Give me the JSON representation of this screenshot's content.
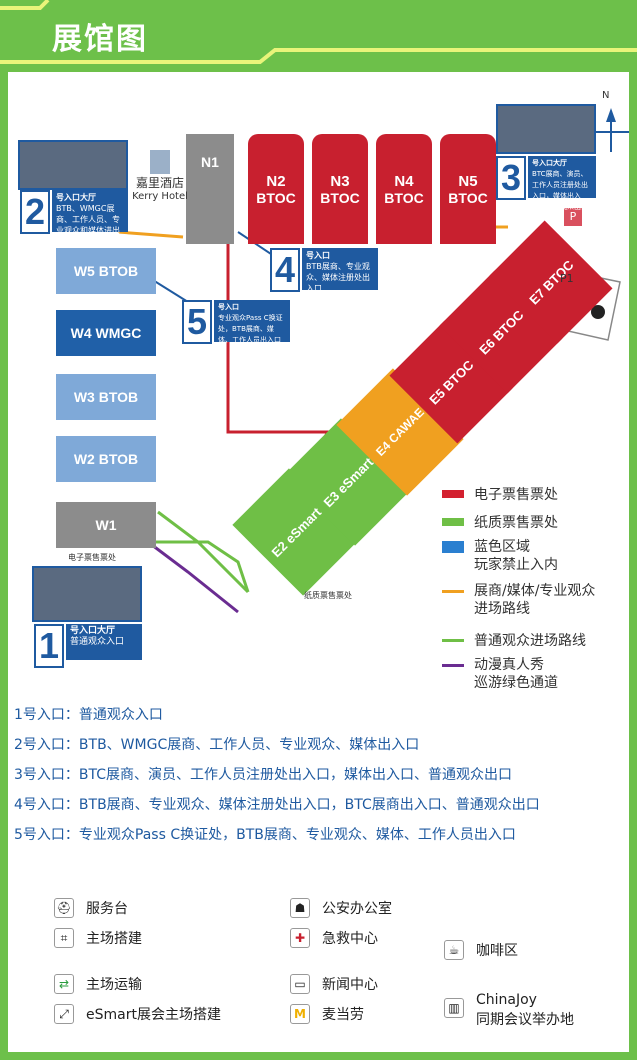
{
  "title": "展馆图",
  "compass": "N",
  "hotel": {
    "cn": "嘉里酒店",
    "en": "Kerry Hotel"
  },
  "halls": {
    "N1": "N1",
    "N2": "N2",
    "N3": "N3",
    "N4": "N4",
    "N5": "N5",
    "N_sub": "BTOC",
    "W1": "W1",
    "W2": "W2 BTOB",
    "W3": "W3 BTOB",
    "W4": "W4 WMGC",
    "W5": "W5 BTOB",
    "E1": "E2 eSmart",
    "E3": "E3 eSmart",
    "E4": "E4 CAWAE",
    "E5": "E5 BTOC",
    "E6": "E6 BTOC",
    "E7": "E7 BTOC",
    "P1": "P1",
    "P": "P"
  },
  "entrances": {
    "e1": {
      "num": "1",
      "title": "号入口大厅",
      "desc": "普通观众入口"
    },
    "e2": {
      "num": "2",
      "title": "号入口大厅",
      "desc": "BTB、WMGC展商、工作人员、专业观众和媒体进出口"
    },
    "e3": {
      "num": "3",
      "title": "号入口大厅",
      "desc": "BTC展商、演员、工作人员注册处出入口，媒体出入口、普通观众出口"
    },
    "e4": {
      "num": "4",
      "title": "号入口",
      "desc": "BTB展商、专业观众、媒体注册处出入口"
    },
    "e5": {
      "num": "5",
      "title": "号入口",
      "desc": "专业观众Pass C换证处，BTB展商、媒体、工作人员出入口"
    }
  },
  "map_labels": {
    "e_ticket": "电子票售票处",
    "paper_ticket": "纸质票售票处"
  },
  "legend": [
    {
      "label": "电子票售票处",
      "color": "#d3202f"
    },
    {
      "label": "纸质票售票处",
      "color": "#6fbf46"
    },
    {
      "label": "蓝色区域\n玩家禁止入内",
      "color": "#2a7fd0"
    },
    {
      "label": "展商/媒体/专业观众\n进场路线",
      "color": "#f0a020"
    },
    {
      "label": "普通观众进场路线",
      "color": "#6fbf46"
    },
    {
      "label": "动漫真人秀\n巡游绿色通道",
      "color": "#6a2c91"
    }
  ],
  "entry_list": [
    "1号入口：普通观众入口",
    "2号入口：BTB、WMGC展商、工作人员、专业观众、媒体出入口",
    "3号入口：BTC展商、演员、工作人员注册处出入口，媒体出入口、普通观众出口",
    "4号入口：BTB展商、专业观众、媒体注册处出入口，BTC展商出入口、普通观众出口",
    "5号入口：专业观众Pass C换证处，BTB展商、专业观众、媒体、工作人员出入口"
  ],
  "icons": [
    {
      "label": "服务台",
      "icon": "service-desk-icon",
      "glyph": "⛑"
    },
    {
      "label": "公安办公室",
      "icon": "police-icon",
      "glyph": "☗"
    },
    {
      "label": "主场搭建",
      "icon": "main-construction-icon",
      "glyph": "⌗"
    },
    {
      "label": "急救中心",
      "icon": "first-aid-icon",
      "glyph": "✚"
    },
    {
      "label": "咖啡区",
      "icon": "coffee-icon",
      "glyph": "☕"
    },
    {
      "label": "主场运输",
      "icon": "transport-icon",
      "glyph": "⇄"
    },
    {
      "label": "新闻中心",
      "icon": "press-center-icon",
      "glyph": "▭"
    },
    {
      "label": "eSmart展会主场搭建",
      "icon": "esmart-construction-icon",
      "glyph": "⤢"
    },
    {
      "label": "麦当劳",
      "icon": "mcdonalds-icon",
      "glyph": "M"
    },
    {
      "label": "ChinaJoy\n同期会议举办地",
      "icon": "conference-icon",
      "glyph": "▥"
    }
  ],
  "colors": {
    "header_green": "#6dc04a",
    "red": "#c8202f",
    "blue": "#1f5aa0",
    "orange": "#f0a020"
  }
}
